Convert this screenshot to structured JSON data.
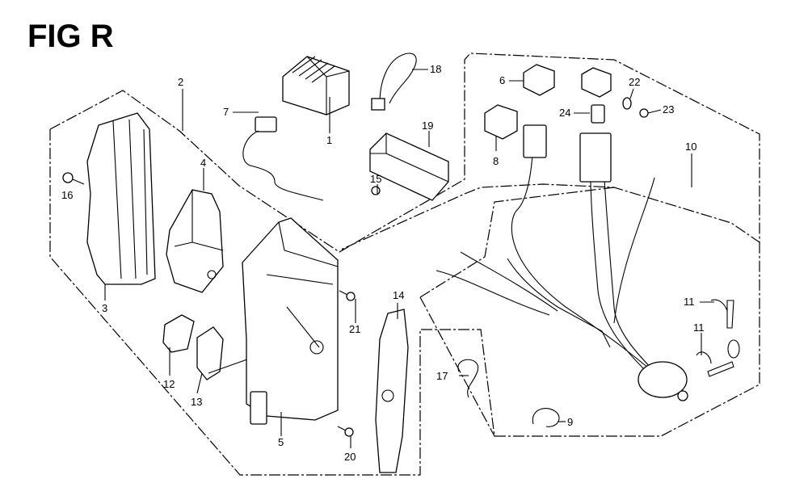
{
  "title": "FIG R",
  "callouts": {
    "c1": "1",
    "c2": "2",
    "c3": "3",
    "c4": "4",
    "c5": "5",
    "c6": "6",
    "c7": "7",
    "c8": "8",
    "c9": "9",
    "c10": "10",
    "c11a": "11",
    "c11b": "11",
    "c12": "12",
    "c13": "13",
    "c14": "14",
    "c15": "15",
    "c16": "16",
    "c17": "17",
    "c18": "18",
    "c19": "19",
    "c20": "20",
    "c21": "21",
    "c22": "22",
    "c23": "23",
    "c24": "24"
  }
}
